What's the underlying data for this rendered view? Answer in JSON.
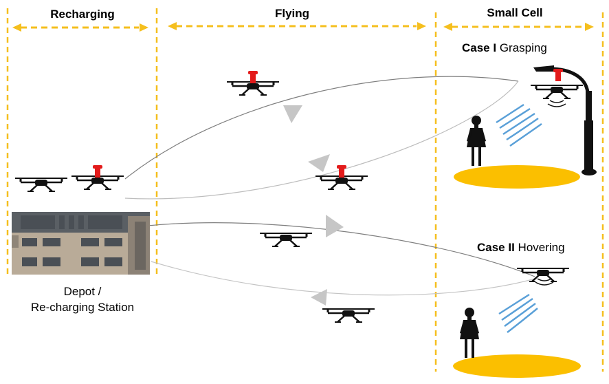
{
  "sections": {
    "recharging": "Recharging",
    "flying": "Flying",
    "small_cell": "Small Cell"
  },
  "cases": {
    "case1": {
      "prefix": "Case I",
      "text": " Grasping"
    },
    "case2": {
      "prefix": "Case II",
      "text": " Hovering"
    }
  },
  "depot": {
    "line1": "Depot /",
    "line2": "Re-charging Station"
  },
  "colors": {
    "divider": "#f5bf1e",
    "ground": "#fbbf00",
    "payload": "#e31b1b",
    "drone": "#111111",
    "signal": "#5aa0d8",
    "path": "#8a8a8a",
    "building": "#b9ab98"
  },
  "icons": [
    "drone-icon",
    "grasping-payload-icon",
    "person-icon",
    "street-lamp-icon",
    "building-icon",
    "signal-wave-icon"
  ]
}
